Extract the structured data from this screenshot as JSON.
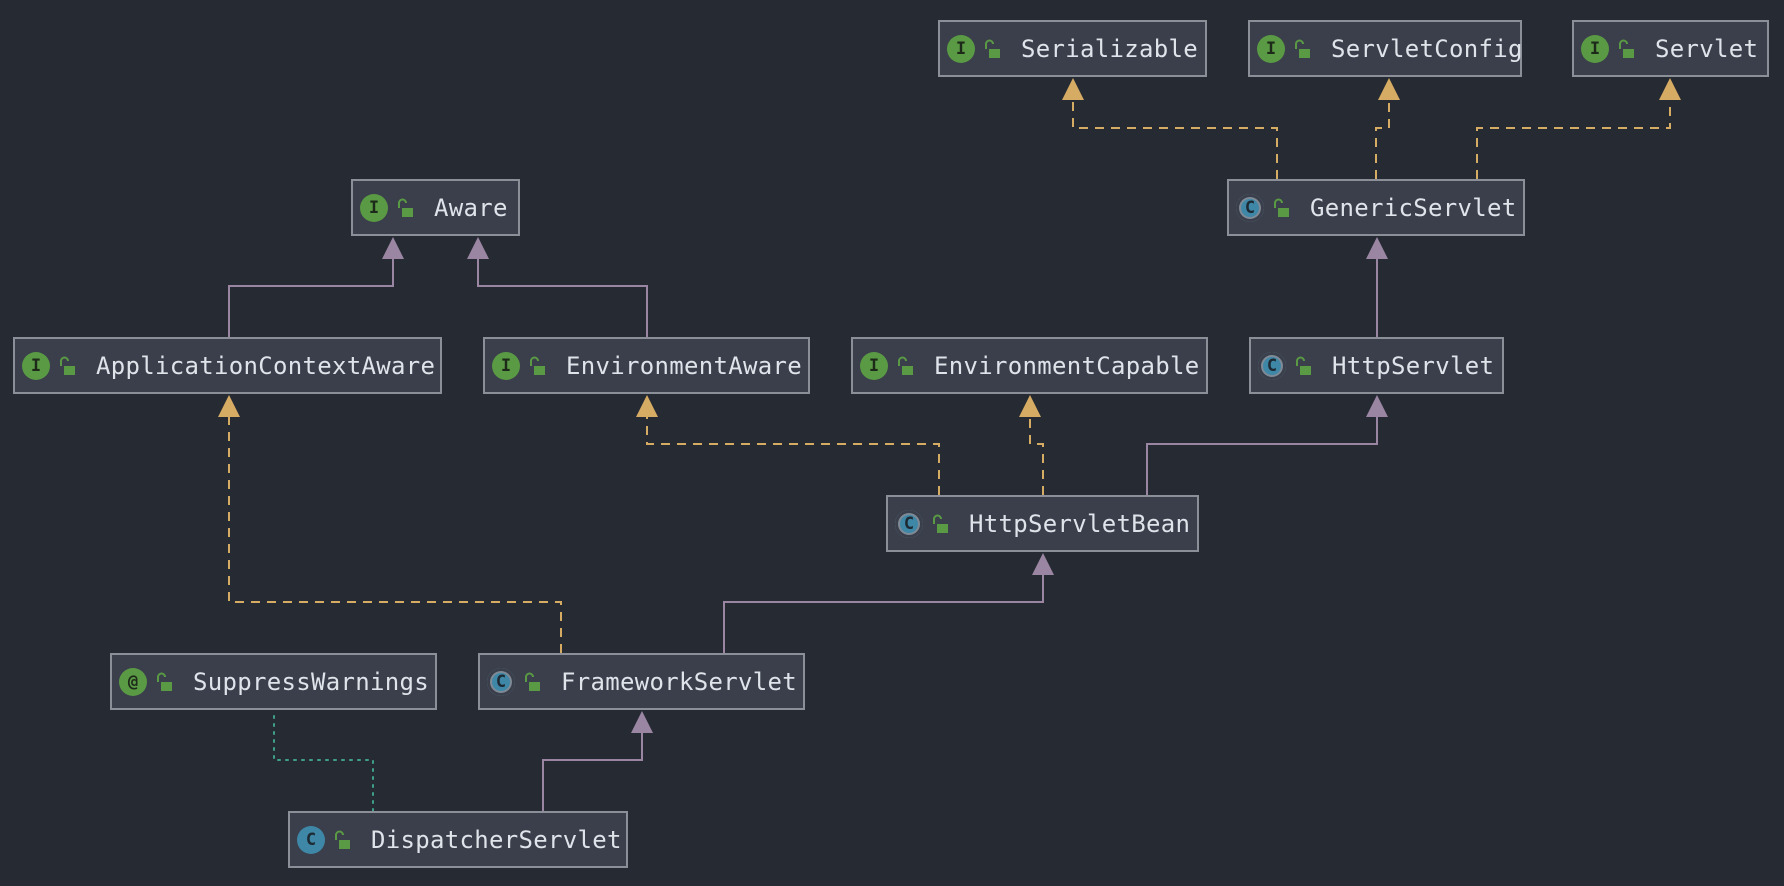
{
  "diagram": {
    "colors": {
      "background": "#262a33",
      "node_fill": "#3a3f4b",
      "node_border": "#8a8f98",
      "implements_edge": "#d6ab63",
      "extends_edge": "#9a86a2",
      "annotation_edge": "#3fa08a",
      "interface_badge": "#5a9a44",
      "class_badge": "#3f87a7",
      "label": "#dfe3ea"
    },
    "nodes": [
      {
        "id": "serializable",
        "label": "Serializable",
        "kind": "interface",
        "icon": "interface-icon"
      },
      {
        "id": "servlet-config",
        "label": "ServletConfig",
        "kind": "interface",
        "icon": "interface-icon"
      },
      {
        "id": "servlet",
        "label": "Servlet",
        "kind": "interface",
        "icon": "interface-icon"
      },
      {
        "id": "aware",
        "label": "Aware",
        "kind": "interface",
        "icon": "interface-icon"
      },
      {
        "id": "generic-servlet",
        "label": "GenericServlet",
        "kind": "abstract-class",
        "icon": "abstract-class-icon"
      },
      {
        "id": "application-context-aware",
        "label": "ApplicationContextAware",
        "kind": "interface",
        "icon": "interface-icon"
      },
      {
        "id": "environment-aware",
        "label": "EnvironmentAware",
        "kind": "interface",
        "icon": "interface-icon"
      },
      {
        "id": "environment-capable",
        "label": "EnvironmentCapable",
        "kind": "interface",
        "icon": "interface-icon"
      },
      {
        "id": "http-servlet",
        "label": "HttpServlet",
        "kind": "abstract-class",
        "icon": "abstract-class-icon"
      },
      {
        "id": "http-servlet-bean",
        "label": "HttpServletBean",
        "kind": "abstract-class",
        "icon": "abstract-class-icon"
      },
      {
        "id": "suppress-warnings",
        "label": "SuppressWarnings",
        "kind": "annotation",
        "icon": "annotation-icon"
      },
      {
        "id": "framework-servlet",
        "label": "FrameworkServlet",
        "kind": "abstract-class",
        "icon": "abstract-class-icon"
      },
      {
        "id": "dispatcher-servlet",
        "label": "DispatcherServlet",
        "kind": "class",
        "icon": "class-icon"
      }
    ],
    "badge_letters": {
      "interface": "I",
      "annotation": "@",
      "class": "C",
      "abstract-class": "C"
    },
    "edges": [
      {
        "from": "generic-servlet",
        "to": "serializable",
        "type": "implements"
      },
      {
        "from": "generic-servlet",
        "to": "servlet-config",
        "type": "implements"
      },
      {
        "from": "generic-servlet",
        "to": "servlet",
        "type": "implements"
      },
      {
        "from": "application-context-aware",
        "to": "aware",
        "type": "extends"
      },
      {
        "from": "environment-aware",
        "to": "aware",
        "type": "extends"
      },
      {
        "from": "http-servlet",
        "to": "generic-servlet",
        "type": "extends"
      },
      {
        "from": "http-servlet-bean",
        "to": "environment-aware",
        "type": "implements"
      },
      {
        "from": "http-servlet-bean",
        "to": "environment-capable",
        "type": "implements"
      },
      {
        "from": "http-servlet-bean",
        "to": "http-servlet",
        "type": "extends"
      },
      {
        "from": "framework-servlet",
        "to": "application-context-aware",
        "type": "implements"
      },
      {
        "from": "framework-servlet",
        "to": "http-servlet-bean",
        "type": "extends"
      },
      {
        "from": "dispatcher-servlet",
        "to": "framework-servlet",
        "type": "extends"
      },
      {
        "from": "dispatcher-servlet",
        "to": "suppress-warnings",
        "type": "annotated-with"
      }
    ]
  }
}
